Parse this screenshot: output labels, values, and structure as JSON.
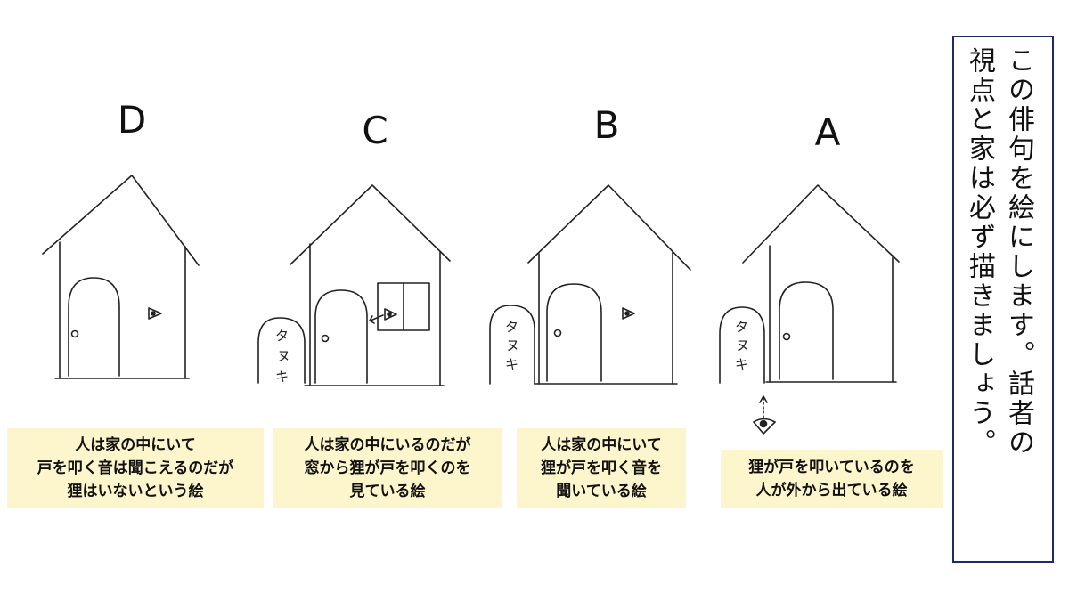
{
  "panels": [
    {
      "letter": "D",
      "caption": [
        "人は家の中にいて",
        "戸を叩く音は聞こえるのだが",
        "狸はいないという絵"
      ]
    },
    {
      "letter": "C",
      "caption": [
        "人は家の中にいるのだが",
        "窓から狸が戸を叩くのを",
        "見ている絵"
      ]
    },
    {
      "letter": "B",
      "caption": [
        "人は家の中にいて",
        "狸が戸を叩く音を",
        "聞いている絵"
      ]
    },
    {
      "letter": "A",
      "caption": [
        "狸が戸を叩いているのを",
        "人が外から出ている絵"
      ]
    }
  ],
  "tanuki_label": [
    "タ",
    "ヌ",
    "キ"
  ],
  "side_note": {
    "columns": [
      "この俳句を絵にします。話者の",
      "視点と家は必ず描きましょう。"
    ]
  }
}
